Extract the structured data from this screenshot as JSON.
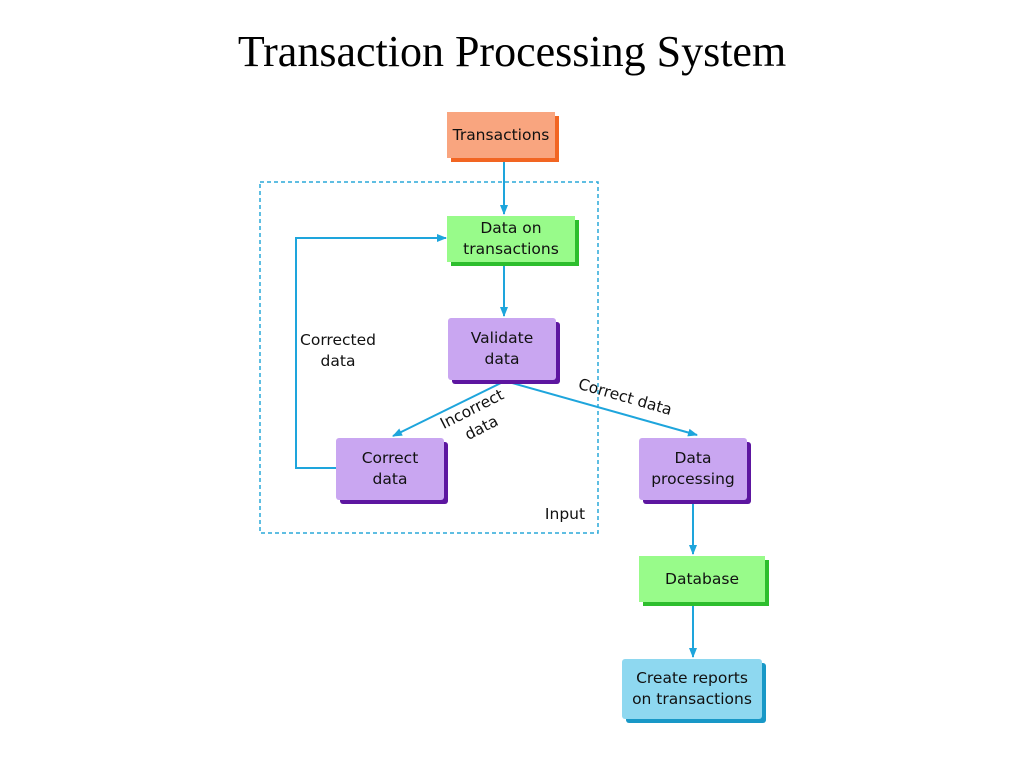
{
  "title": "Transaction Processing System",
  "nodes": {
    "transactions": "Transactions",
    "data_on_transactions": "Data on\ntransactions",
    "validate_data": "Validate\ndata",
    "correct_data": "Correct\ndata",
    "data_processing": "Data\nprocessing",
    "database": "Database",
    "create_reports": "Create reports\non transactions"
  },
  "edge_labels": {
    "corrected_data": "Corrected\ndata",
    "incorrect_data": "Incorrect\ndata",
    "correct_data": "Correct data"
  },
  "group_label": "Input",
  "colors": {
    "arrow": "#1ea5dc",
    "input_border": "#2aa8d8",
    "orange_node": "#f9a57f",
    "green_node": "#98fb8a",
    "purple_node": "#c9a6f1",
    "blue_node": "#8ed8f0"
  }
}
